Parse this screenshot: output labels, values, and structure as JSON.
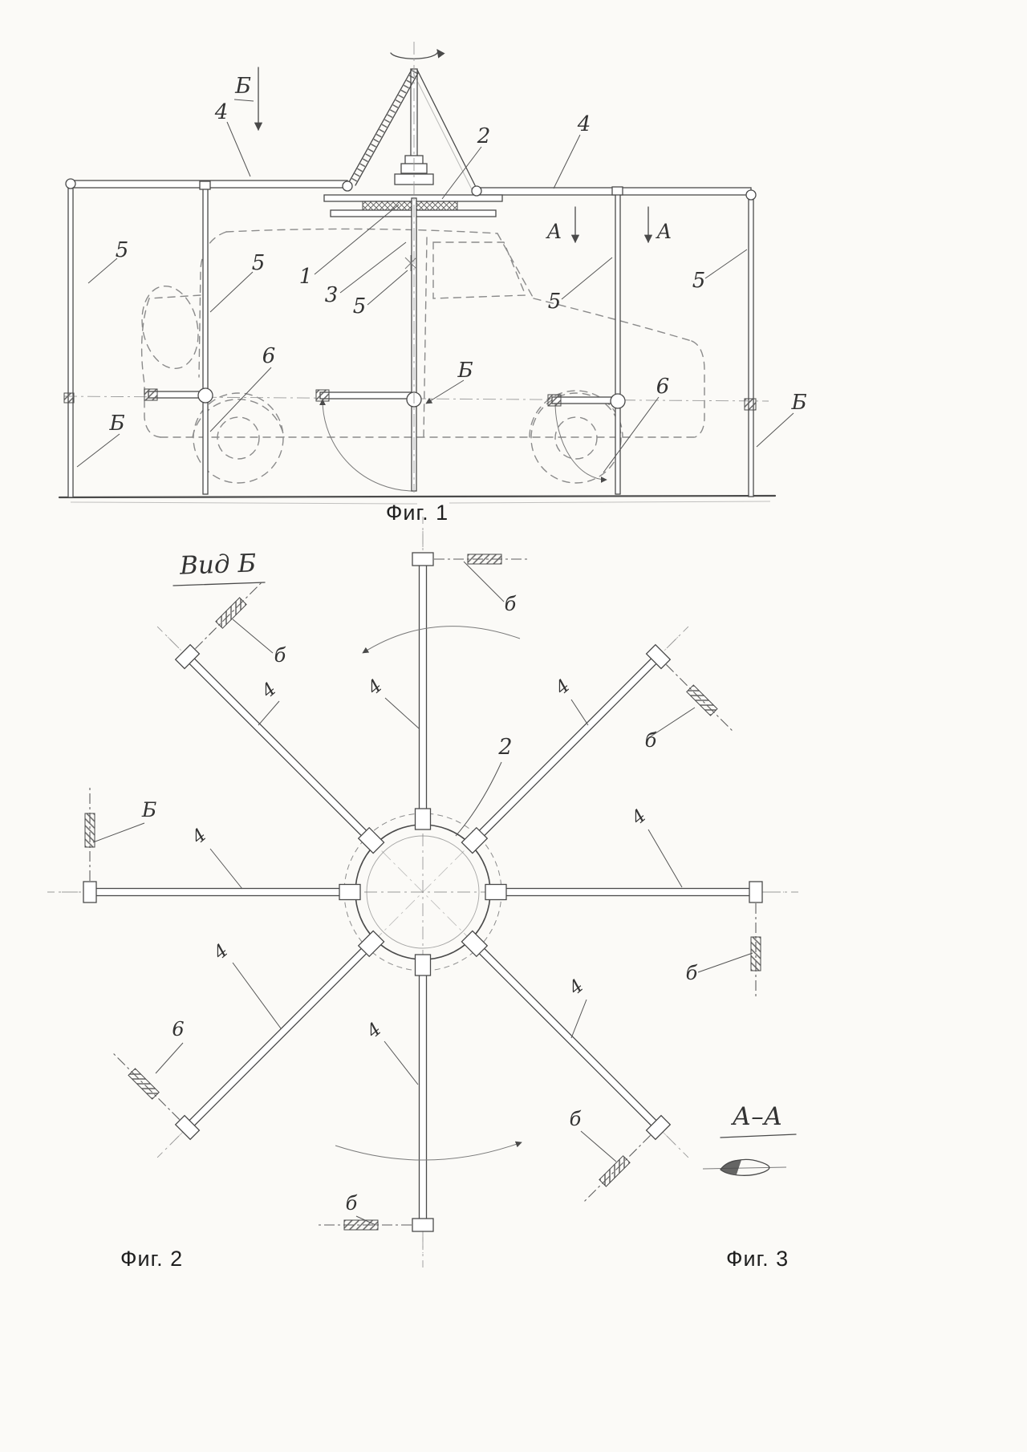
{
  "figure1": {
    "caption": "Фиг. 1",
    "labels": {
      "n1": "1",
      "n2": "2",
      "n3": "3",
      "n4": "4",
      "n5": "5",
      "n6": "6",
      "b": "Б",
      "a": "А"
    }
  },
  "figure2": {
    "caption": "Фиг. 2",
    "view_title": "Вид Б",
    "labels": {
      "n2": "2",
      "n4": "4",
      "n6": "б",
      "n6_digit": "6",
      "b": "Б"
    }
  },
  "figure3": {
    "caption": "Фиг. 3",
    "section": "А–А"
  }
}
